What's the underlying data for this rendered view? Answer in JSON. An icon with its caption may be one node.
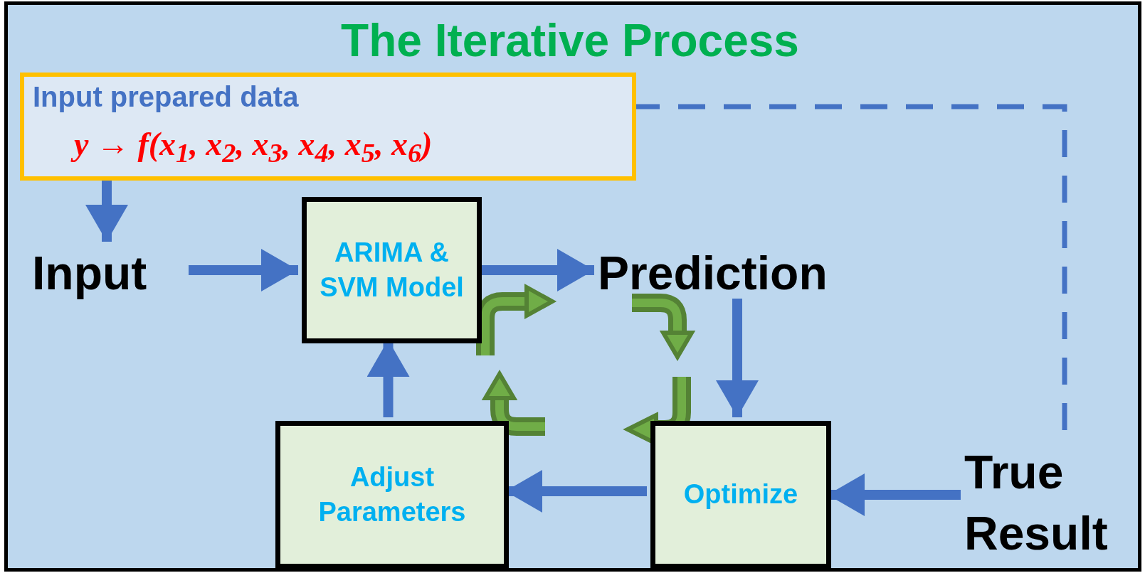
{
  "diagram": {
    "nodes": [
      {
        "text": [
          "The Iterative Process"
        ]
      },
      {
        "text": [
          "Input prepared data",
          "y → f(x$_{1}$, x$_{2}$, x$_{3}$, x$_{4}$, x$_{5}$, x$_{6}$)"
        ],
        "in": 0
      },
      {
        "text": [
          "Input"
        ],
        "in": 0
      },
      {
        "text": [
          "ARIMA & SVM Model"
        ],
        "in": 0
      },
      {
        "text": [
          "Prediction"
        ],
        "in": 0
      },
      {
        "text": [
          "Adjust Parameters"
        ],
        "in": 0
      },
      {
        "text": [
          "Optimize"
        ],
        "in": 0
      },
      {
        "text": [
          "True Result"
        ],
        "in": 0
      }
    ],
    "edges": [
      {
        "from": 1,
        "to": 2,
        "arrow": "to"
      },
      {
        "from": 2,
        "to": 3,
        "arrow": "to"
      },
      {
        "from": 3,
        "to": 4,
        "arrow": "to"
      },
      {
        "from": 4,
        "to": 6,
        "arrow": "to"
      },
      {
        "from": 7,
        "to": 6,
        "arrow": "to"
      },
      {
        "from": 6,
        "to": 5,
        "arrow": "to"
      },
      {
        "from": 5,
        "to": 3,
        "arrow": "to"
      },
      {
        "from": 1,
        "to": 7,
        "arrow": "none",
        "style": "dashed"
      }
    ]
  }
}
